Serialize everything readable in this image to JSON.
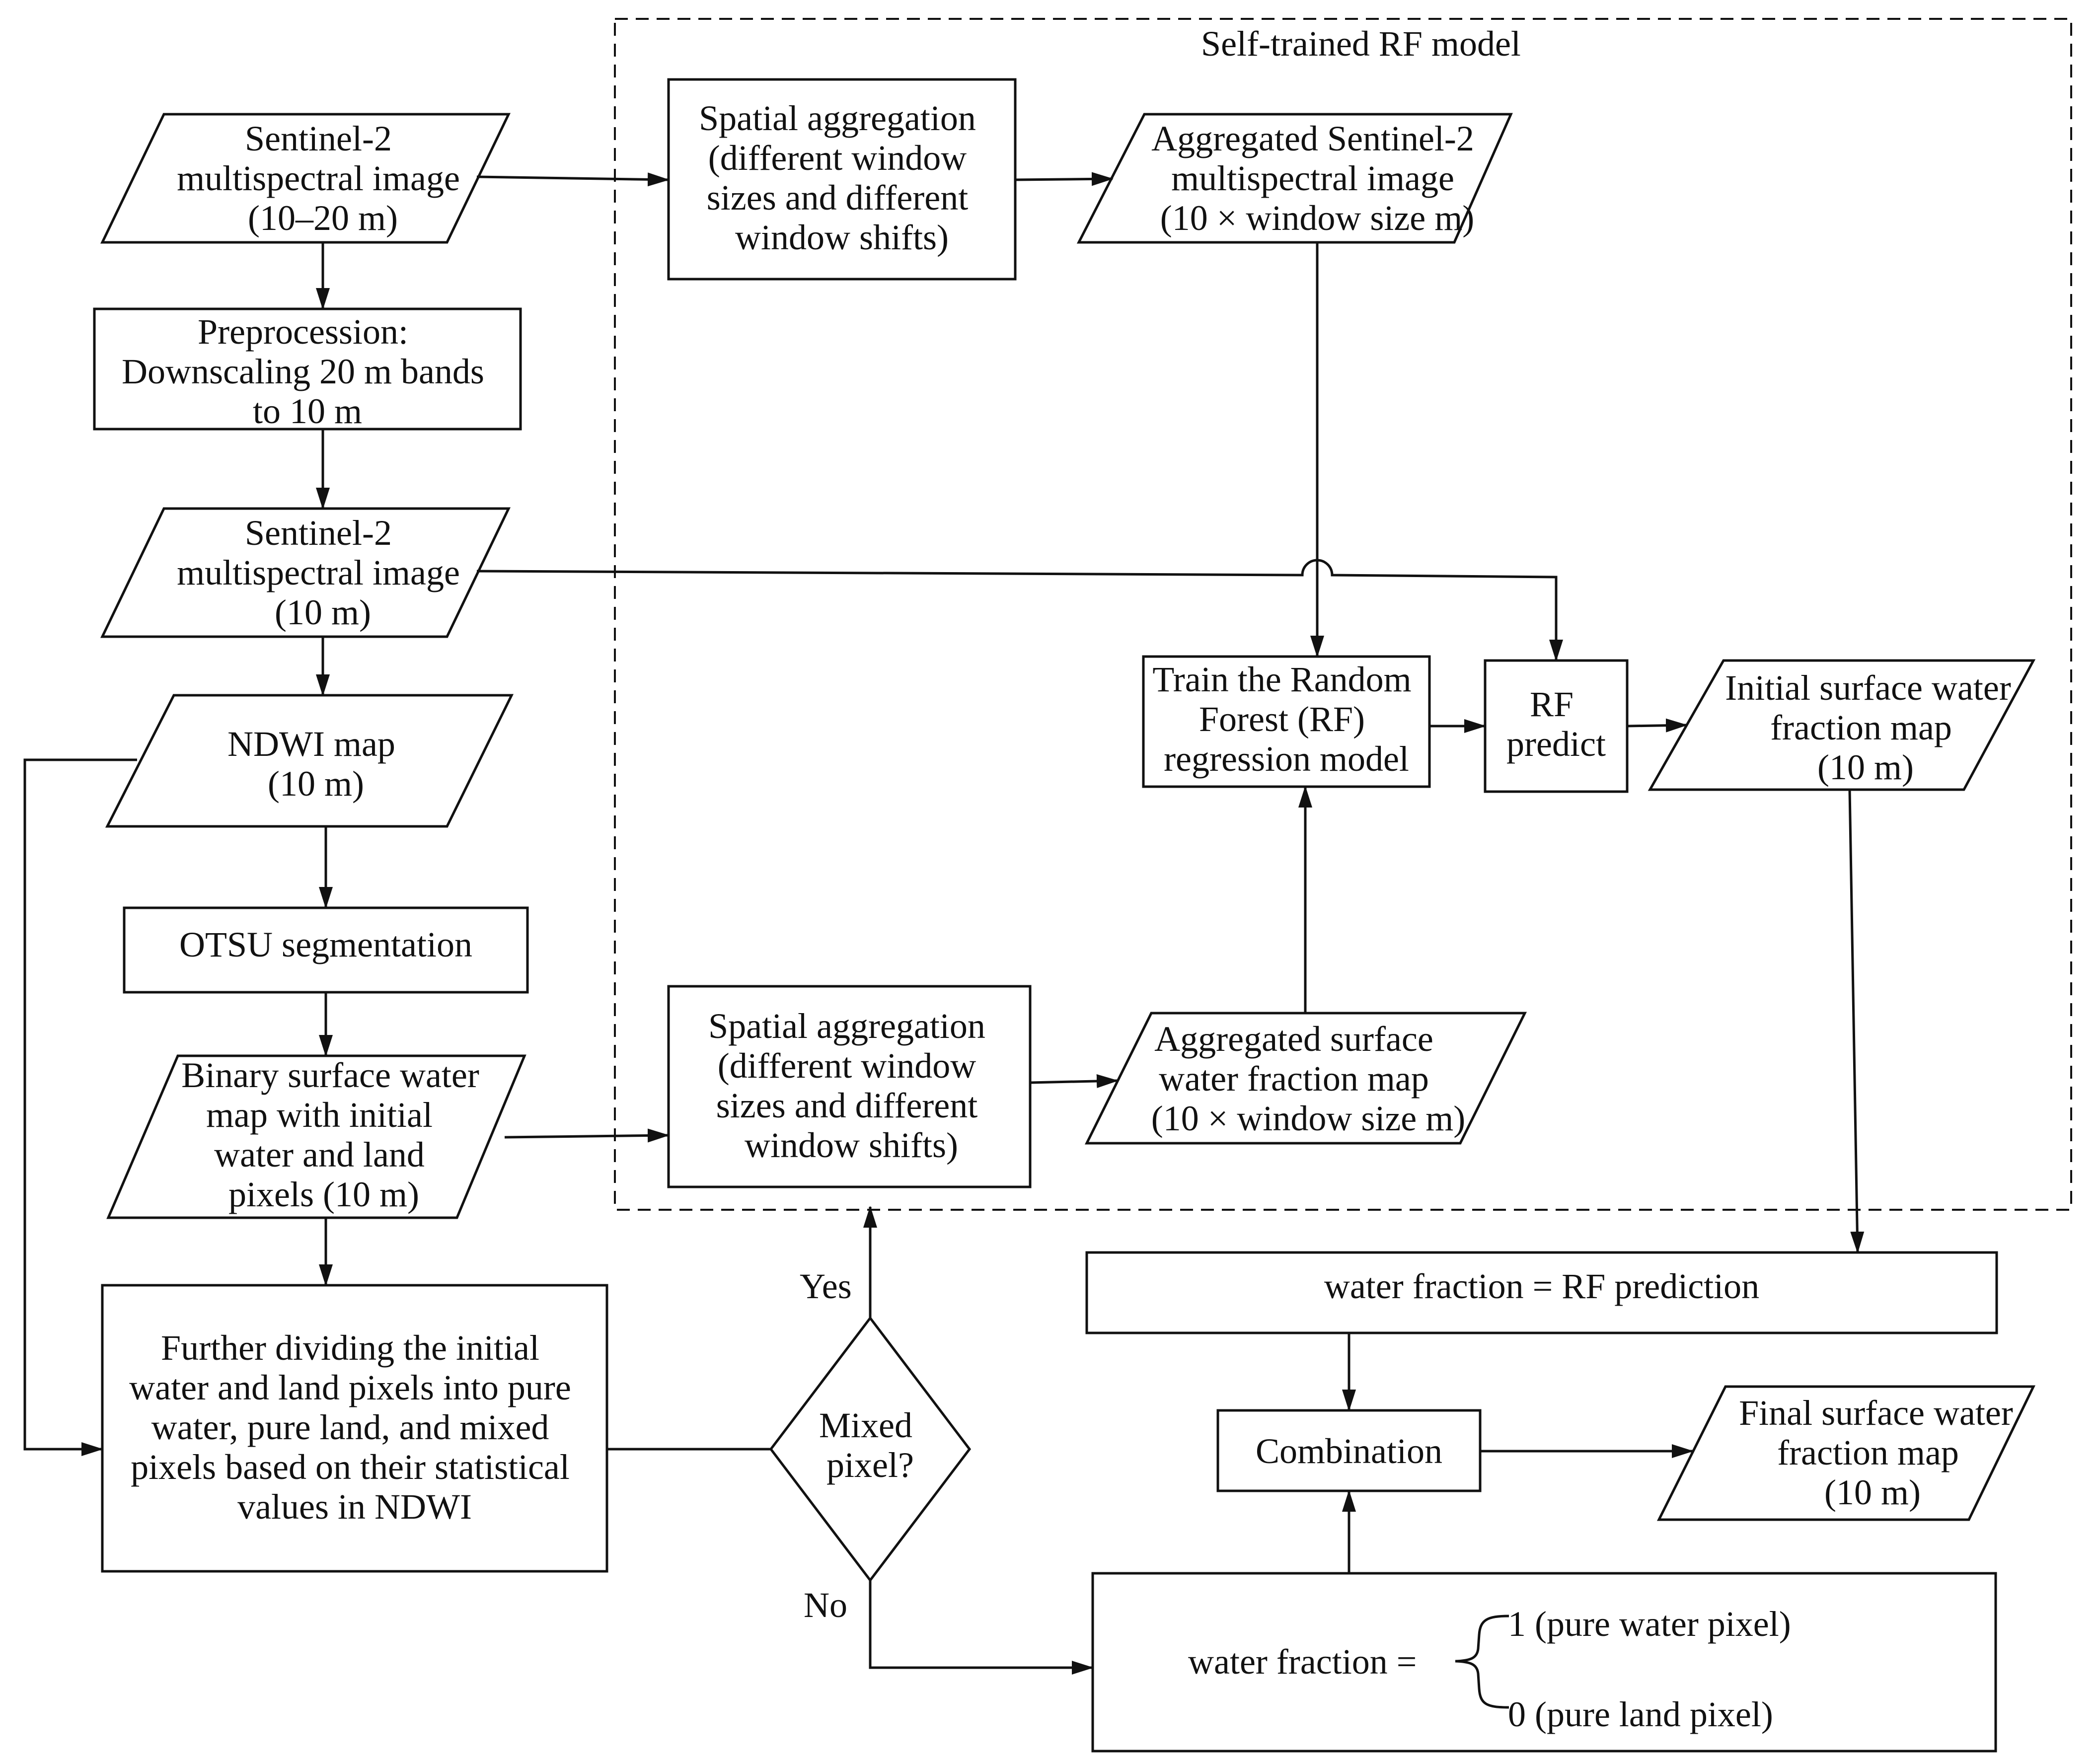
{
  "region_title": "Self-trained RF model",
  "nodes": {
    "s2_input": [
      "Sentinel-2",
      "multispectral image",
      "(10–20 m)"
    ],
    "preprocess": [
      "Preprocession:",
      "Downscaling 20 m bands",
      "to 10 m"
    ],
    "s2_10m": [
      "Sentinel-2",
      "multispectral image",
      "(10 m)"
    ],
    "ndwi": [
      "NDWI map",
      "(10 m)"
    ],
    "otsu": [
      "OTSU segmentation"
    ],
    "binary": [
      "Binary surface water",
      "map with initial",
      "water and land",
      "pixels (10 m)"
    ],
    "divide": [
      "Further dividing the initial",
      "water and land pixels into pure",
      "water, pure land, and mixed",
      "pixels based on their statistical",
      "values in NDWI"
    ],
    "agg_top": [
      "Spatial aggregation",
      "(different window",
      "sizes and different",
      "window shifts)"
    ],
    "agg_s2": [
      "Aggregated Sentinel-2",
      "multispectral image",
      "(10 × window size m)"
    ],
    "train_rf": [
      "Train the Random",
      "Forest (RF)",
      "regression model"
    ],
    "rf_predict": [
      "RF",
      "predict"
    ],
    "initial_map": [
      "Initial surface water",
      "fraction map",
      "(10 m)"
    ],
    "agg_bottom": [
      "Spatial aggregation",
      "(different window",
      "sizes and different",
      "window shifts)"
    ],
    "agg_fraction": [
      "Aggregated surface",
      "water fraction map",
      "(10 × window size m)"
    ],
    "mixed": [
      "Mixed",
      "pixel?"
    ],
    "wf_rf": [
      "water fraction = RF prediction"
    ],
    "combination": [
      "Combination"
    ],
    "final_map": [
      "Final surface water",
      "fraction map",
      "(10 m)"
    ],
    "wf_pure": {
      "lhs": "water fraction =",
      "water": "1 (pure water pixel)",
      "land": "0 (pure land pixel)"
    }
  },
  "edge_labels": {
    "yes": "Yes",
    "no": "No"
  }
}
